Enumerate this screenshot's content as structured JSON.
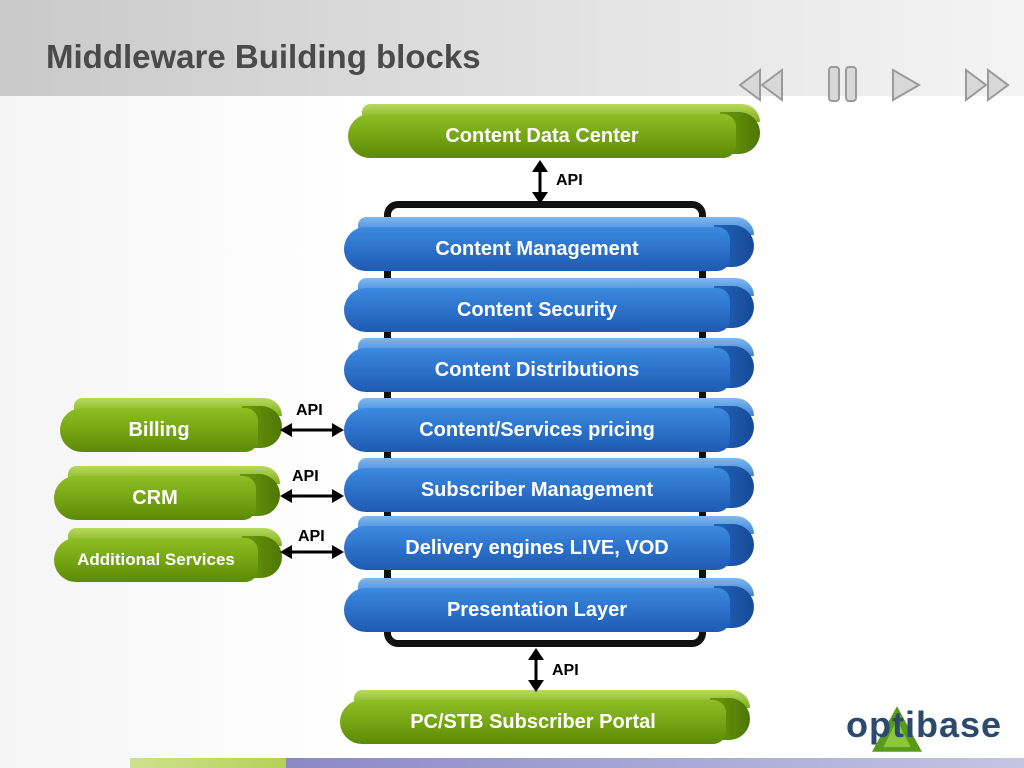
{
  "title": "Middleware Building blocks",
  "nav": {
    "rewind_icon": "rewind-icon",
    "pause_icon": "pause-icon",
    "play_icon": "play-icon",
    "fast_forward_icon": "fast-forward-icon"
  },
  "top_block": "Content Data Center",
  "middleware_layers": [
    "Content Management",
    "Content Security",
    "Content Distributions",
    "Content/Services pricing",
    "Subscriber Management",
    "Delivery engines LIVE, VOD",
    "Presentation Layer"
  ],
  "bottom_block": "PC/STB Subscriber Portal",
  "external_systems": [
    "Billing",
    "CRM",
    "Additional Services"
  ],
  "api_label": "API",
  "logo_text": "optibase",
  "colors": {
    "layer_blue": "#2b6fc7",
    "external_green": "#73a312",
    "frame": "#111111",
    "logo_triangle": "#5a9a1a",
    "logo_text": "#2c4a6e"
  }
}
